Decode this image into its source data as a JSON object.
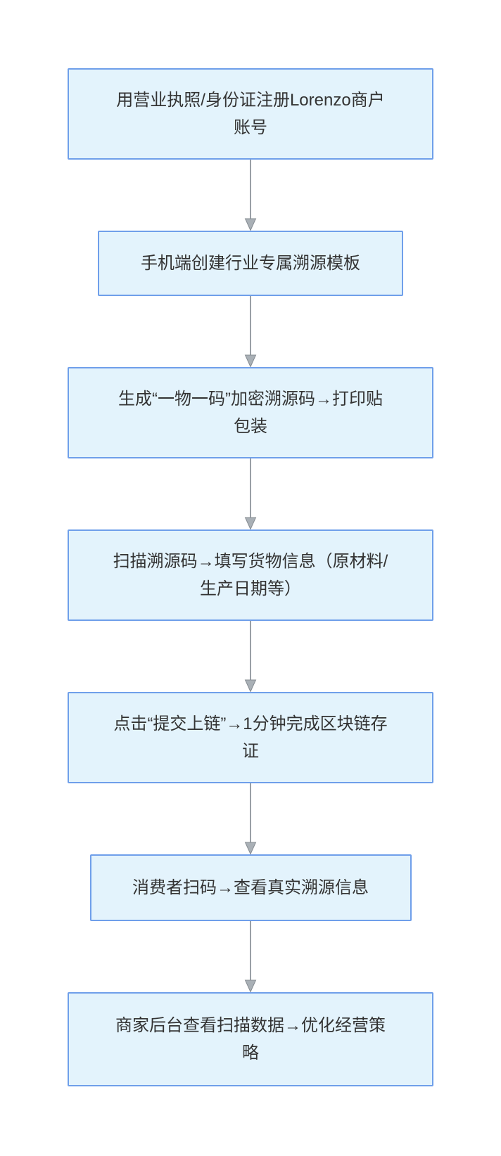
{
  "diagram": {
    "type": "flowchart",
    "direction": "top-down",
    "colors": {
      "node_fill": "#e3f3fc",
      "node_border": "#6f9fea",
      "node_text": "#333333",
      "arrow_line": "#9aa0a6",
      "arrow_head_fill": "#a9b0b6",
      "arrow_head_stroke": "#868c92",
      "background": "#ffffff"
    },
    "nodes": [
      {
        "id": "register-account",
        "lines": [
          "用营业执照/身份证注册Lorenzo商户",
          "账号"
        ]
      },
      {
        "id": "create-template",
        "lines": [
          "手机端创建行业专属溯源模板"
        ]
      },
      {
        "id": "generate-code",
        "lines": [
          "生成“一物一码”加密溯源码→打印贴",
          "包装"
        ]
      },
      {
        "id": "scan-fill-info",
        "lines": [
          "扫描溯源码→填写货物信息（原材料/",
          "生产日期等）"
        ]
      },
      {
        "id": "submit-to-chain",
        "lines": [
          "点击“提交上链”→1分钟完成区块链存",
          "证"
        ]
      },
      {
        "id": "consumer-scan",
        "lines": [
          "消费者扫码→查看真实溯源信息"
        ]
      },
      {
        "id": "backend-analytics",
        "lines": [
          "商家后台查看扫描数据→优化经营策",
          "略"
        ]
      }
    ]
  }
}
